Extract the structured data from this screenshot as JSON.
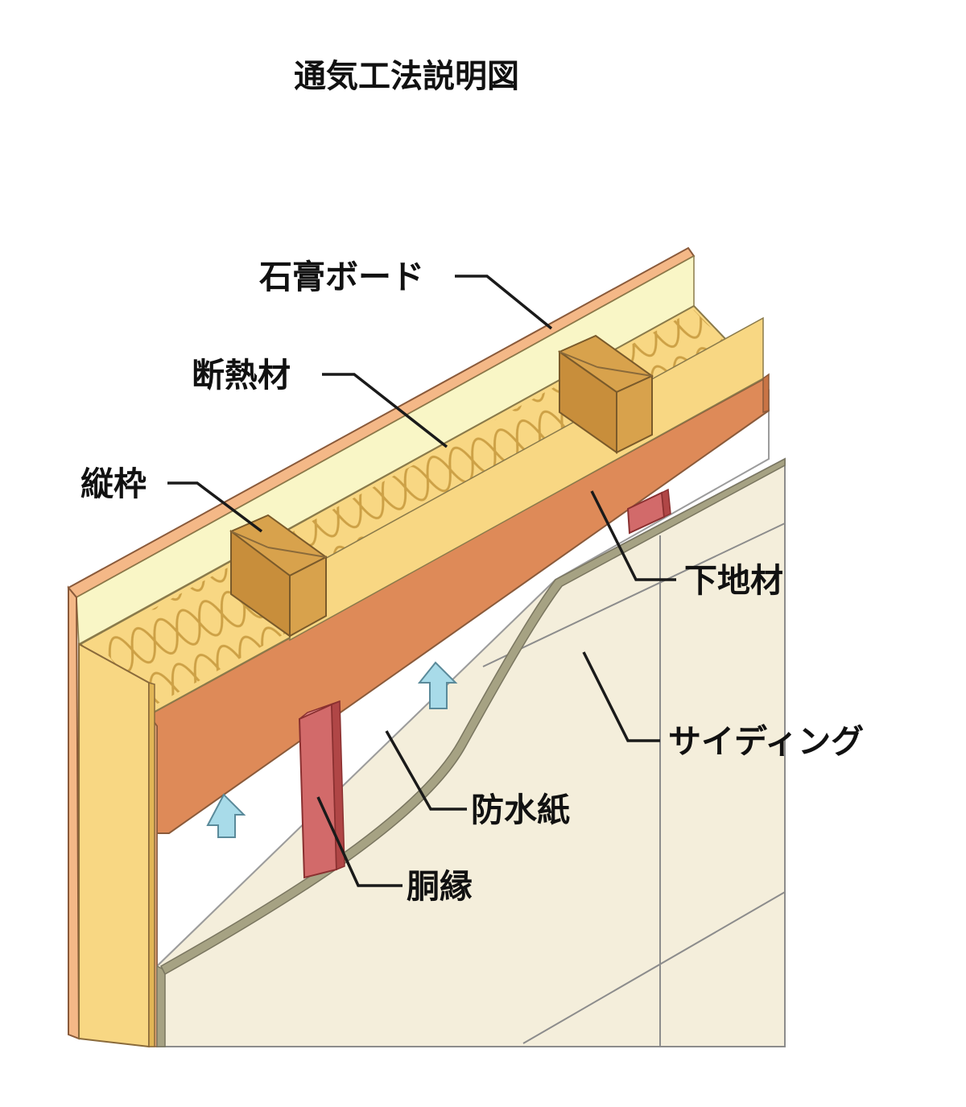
{
  "title": "通気工法説明図",
  "labels": {
    "gypsum_board": "石膏ボード",
    "insulation": "断熱材",
    "vertical_frame": "縦枠",
    "substrate": "下地材",
    "siding": "サイディング",
    "waterproof_paper": "防水紙",
    "furring_strip": "胴縁"
  },
  "colors": {
    "gypsum_board": "#f9f6c6",
    "gypsum_edge": "#f4b887",
    "insulation": "#f8d783",
    "insulation_dark": "#efbf58",
    "wood": "#d8a24c",
    "substrate": "#de8a58",
    "waterproof_paper": "#ffffff",
    "siding": "#f4eedb",
    "siding_edge": "#a6a283",
    "furring_strip": "#d26a6a",
    "airflow_arrow": "#a8dbe9"
  }
}
